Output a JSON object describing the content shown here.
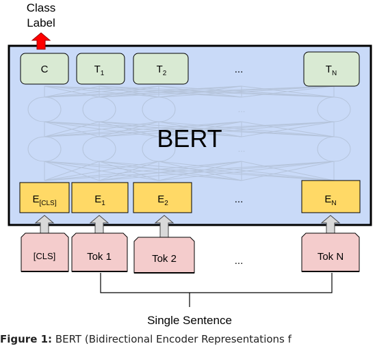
{
  "class_label": {
    "line1": "Class",
    "line2": "Label"
  },
  "model_name": "BERT",
  "outputs": [
    {
      "base": "C",
      "sub": ""
    },
    {
      "base": "T",
      "sub": "1"
    },
    {
      "base": "T",
      "sub": "2"
    },
    {
      "base": "T",
      "sub": "N"
    }
  ],
  "embeddings": [
    {
      "base": "E",
      "sub": "[CLS]"
    },
    {
      "base": "E",
      "sub": "1"
    },
    {
      "base": "E",
      "sub": "2"
    },
    {
      "base": "E",
      "sub": "N"
    }
  ],
  "tokens": [
    "[CLS]",
    "Tok 1",
    "Tok 2",
    "Tok N"
  ],
  "ellipsis": "...",
  "sentence_label": "Single Sentence",
  "caption": {
    "label": "Figure 1:",
    "text": "BERT (Bidirectional Encoder Representations f"
  },
  "colors": {
    "bert_box": "#c9daf8",
    "output_box": "#d9ead3",
    "embedding_box": "#ffd966",
    "token_box": "#f4cccc",
    "arrow_up": "#ff0000",
    "input_arrow": "#d9d9d9"
  }
}
